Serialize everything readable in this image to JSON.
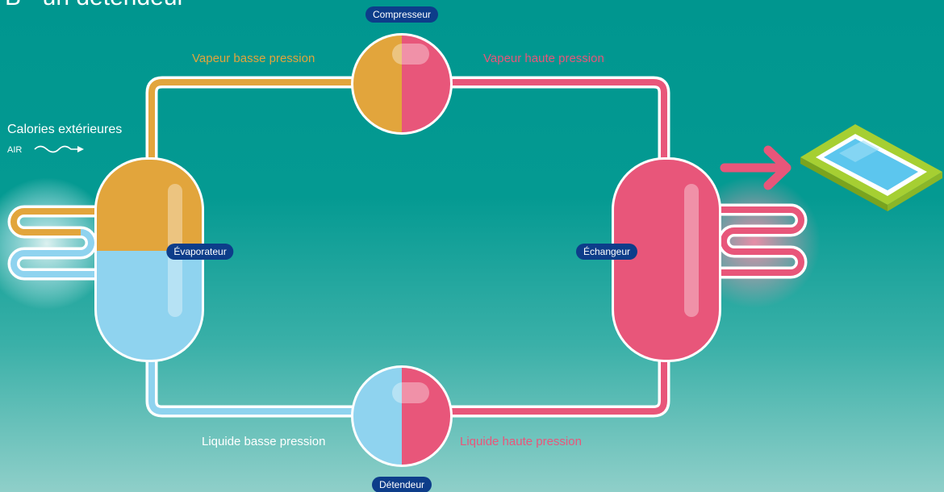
{
  "title": "B - un détendeur",
  "components": {
    "compressor": "Compresseur",
    "evaporator": "Évaporateur",
    "exchanger": "Échangeur",
    "expansion_valve": "Détendeur"
  },
  "flows": {
    "low_pressure_vapor": "Vapeur basse pression",
    "high_pressure_vapor": "Vapeur haute pression",
    "low_pressure_liquid": "Liquide basse pression",
    "high_pressure_liquid": "Liquide haute pression"
  },
  "source": {
    "heading": "Calories extérieures",
    "medium": "AIR"
  },
  "colors": {
    "background": "#00968f",
    "vapor_low": "#e2a53c",
    "hot": "#e8567a",
    "liquid_low": "#8fd3ef",
    "pill": "#0d3d8a"
  },
  "icons": [
    "wave-arrow-icon",
    "arrow-right-icon",
    "swimming-pool-icon"
  ]
}
